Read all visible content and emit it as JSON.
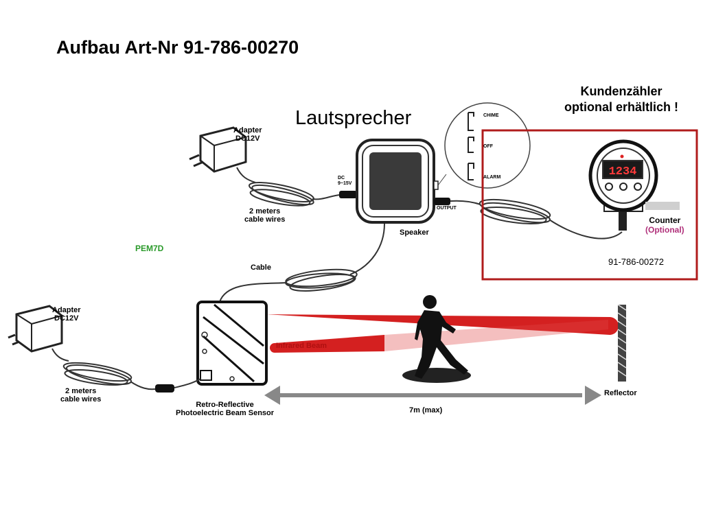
{
  "title": "Aufbau Art-Nr 91-786-00270",
  "speaker_heading": "Lautsprecher",
  "optional_note": {
    "line1": "Kundenzähler",
    "line2": "optional erhältlich !"
  },
  "adapter_top": {
    "label1": "Adapter",
    "label2": "DC12V",
    "cable1": "2 meters",
    "cable2": "cable wires"
  },
  "adapter_bottom": {
    "label1": "Adapter",
    "label2": "DC12V",
    "cable1": "2 meters",
    "cable2": "cable wires"
  },
  "speaker": {
    "label": "Speaker",
    "dc1": "DC",
    "dc2": "9~15V",
    "output": "OUTPUT"
  },
  "switch_modes": [
    "CHIME",
    "OFF",
    "ALARM"
  ],
  "model": "PEM7D",
  "cable_label": "Cable",
  "sensor": {
    "line1": "Retro-Reflective",
    "line2": "Photoelectric Beam Sensor"
  },
  "beam_label": "Infrared Beam",
  "reflector_label": "Reflector",
  "distance": "7m (max)",
  "counter": {
    "display": "1234",
    "label": "Counter",
    "optional": "(Optional)",
    "part_no": "91-786-00272"
  },
  "colors": {
    "red_box": "#b01c1c",
    "beam": "#d42020",
    "model_green": "#2a9a2a",
    "optional_magenta": "#b0307a"
  }
}
